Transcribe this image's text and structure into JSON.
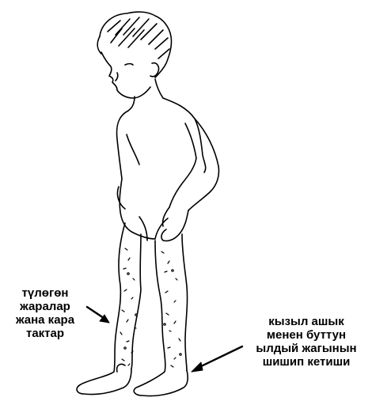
{
  "labels": {
    "left": [
      "түлөгөн",
      "жаралар",
      "жана кара",
      "тактар"
    ],
    "right": [
      "кызыл ашык",
      "менен буттун",
      "ылдый жагынын",
      "шишип кетиши"
    ]
  },
  "colors": {
    "ink": "#000000",
    "paper": "#ffffff"
  }
}
